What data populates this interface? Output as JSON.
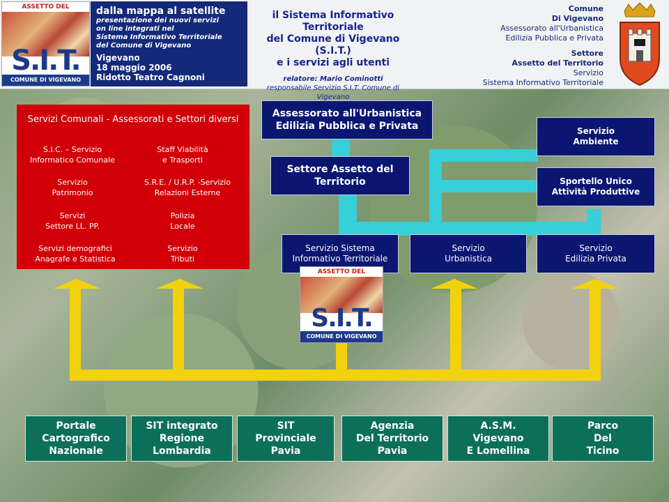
{
  "header": {
    "logo_banner": "ASSETTO DEL TERRITORIO",
    "logo_sit": "S.I.T.",
    "logo_foot": "COMUNE DI VIGEVANO",
    "title": "dalla mappa al satellite",
    "subtitle_lines": [
      "presentazione dei nuovi servizi",
      "on line integrati nel",
      "Sistema Informativo Territoriale",
      "del Comune di Vigevano"
    ],
    "event_lines": [
      "Vigevano",
      "18 maggio 2006",
      "Ridotto Teatro Cagnoni"
    ],
    "center_lines": [
      "il Sistema Informativo Territoriale",
      "del Comune di Vigevano",
      "(S.I.T.)",
      "e i servizi agli utenti"
    ],
    "speaker": "relatore: Mario Cominotti",
    "speaker_role": "responsabile Servizio S.I.T. Comune di Vigevano",
    "right_lines": [
      "Comune",
      "Di Vigevano",
      "Assessorato all'Urbanistica",
      "Edilizia Pubblica e Privata"
    ],
    "right_lines2": [
      "Settore",
      "Assetto del Territorio",
      "Servizio",
      "Sistema Informativo Territoriale"
    ]
  },
  "red_panel": {
    "title": "Servizi Comunali - Assessorati e Settori diversi",
    "items": [
      [
        "S.I.C. – Servizio",
        "Informatico Comunale"
      ],
      [
        "Staff Viabilità",
        "e Trasporti"
      ],
      [
        "Servizio",
        "Patrimonio"
      ],
      [
        "S.R.E. / U.R.P. -Servizio",
        "Relazioni Esterne"
      ],
      [
        "Servizi",
        "Settore LL. PP."
      ],
      [
        "Polizia",
        "Locale"
      ],
      [
        "Servizi demografici",
        "Anagrafe e Statistica"
      ],
      [
        "Servizio",
        "Tributi"
      ]
    ]
  },
  "org": {
    "assessorato": [
      "Assessorato all'Urbanistica",
      "Edilizia Pubblica e Privata"
    ],
    "settore": [
      "Settore Assetto del",
      "Territorio"
    ],
    "ambiente": [
      "Servizio",
      "Ambiente"
    ],
    "sportello": [
      "Sportello Unico",
      "Attività Produttive"
    ],
    "sit": [
      "Servizio Sistema",
      "Informativo Territoriale"
    ],
    "urbanistica": [
      "Servizio",
      "Urbanistica"
    ],
    "edilizia": [
      "Servizio",
      "Edilizia Privata"
    ]
  },
  "partners": [
    [
      "Portale",
      "Cartografico",
      "Nazionale"
    ],
    [
      "SIT integrato",
      "Regione",
      "Lombardia"
    ],
    [
      "SIT",
      "Provinciale",
      "Pavia"
    ],
    [
      "Agenzia",
      "Del Territorio",
      "Pavia"
    ],
    [
      "A.S.M.",
      "Vigevano",
      "E Lomellina"
    ],
    [
      "Parco",
      "Del",
      "Ticino"
    ]
  ],
  "colors": {
    "header_blue": "#13297a",
    "red": "#d10008",
    "teal": "#37cfd8",
    "arrow_yellow": "#f2d20e",
    "green": "#0c6f5a"
  }
}
